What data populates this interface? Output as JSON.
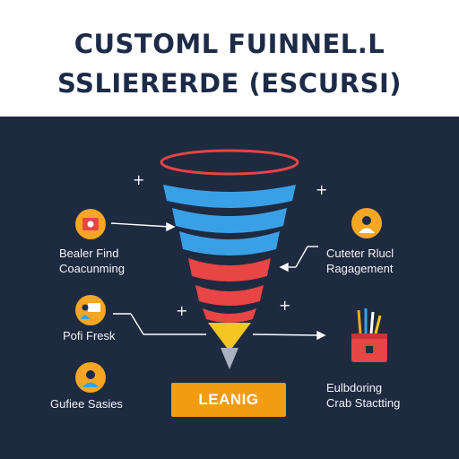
{
  "header": {
    "title_line1": "CUSTOML FUINNEL.L",
    "title_line2": "SSLIERERDE (ESCURSI)"
  },
  "labels": {
    "left_top": [
      "Bealer Find",
      "Coacunming"
    ],
    "left_mid": [
      "Pofi Fresk"
    ],
    "left_bottom": [
      "Gufiee Sasies"
    ],
    "right_top": [
      "Cuteter Rlucl",
      "Ragagement"
    ],
    "right_bottom": [
      "Eulbdoring",
      "Crab Stactting"
    ]
  },
  "cta": {
    "label": "LEANIG"
  },
  "icons": {
    "left_top": "video-icon",
    "left_mid": "presenter-icon",
    "left_bottom": "person-icon",
    "right_top": "person-icon",
    "right_bottom": "toolbox-icon"
  },
  "colors": {
    "background": "#1e2a40",
    "header_bg": "#ffffff",
    "title": "#1c2b47",
    "funnel_red": "#e84545",
    "funnel_blue": "#3aa0e6",
    "accent_orange": "#f39c12",
    "icon_badge": "#f5a623"
  }
}
